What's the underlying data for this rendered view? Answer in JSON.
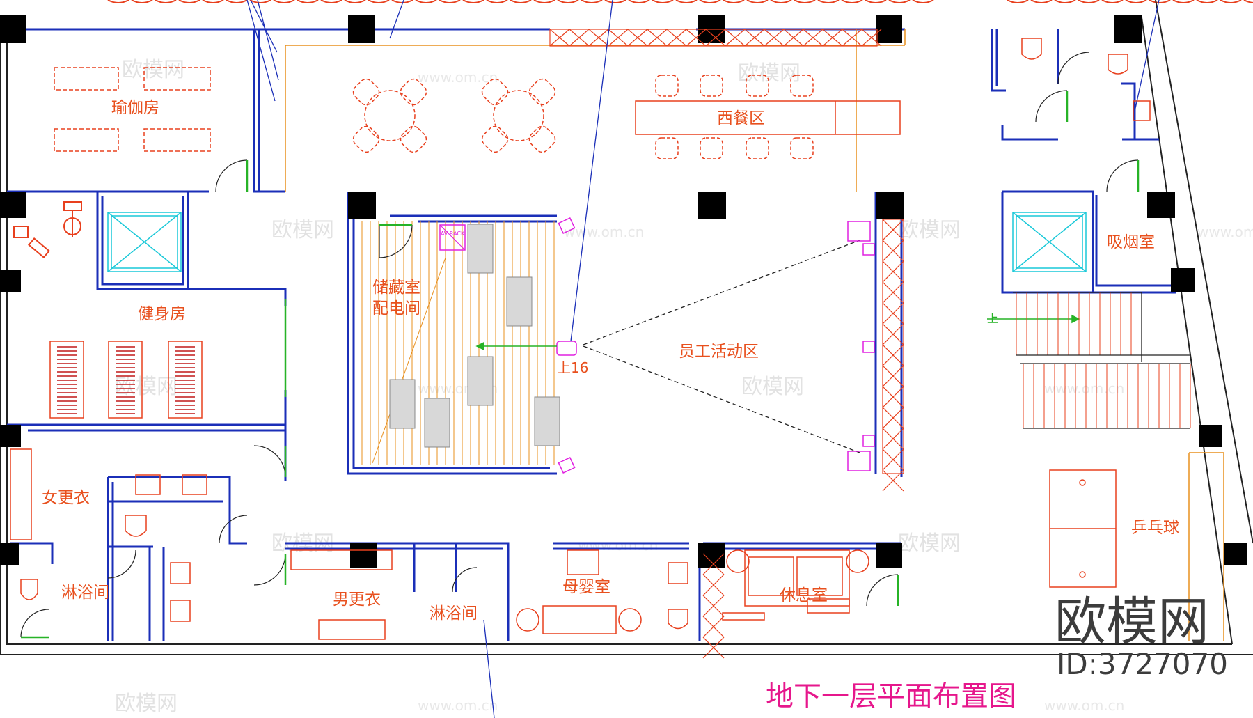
{
  "title": "地下一层平面布置图",
  "brand": {
    "name": "欧模网",
    "id": "ID:3727070"
  },
  "watermarks": [
    "欧模网",
    "www.om.cn"
  ],
  "colors": {
    "wall": "#1b2fb8",
    "column": "#000000",
    "furniture": "#e8401e",
    "label": "#e8501e",
    "title": "#e6178c",
    "elevator": "#18c8d8",
    "door": "#27b327",
    "equipment": "#e020e0"
  },
  "rooms": {
    "yoga": "瑜伽房",
    "western_dining": "西餐区",
    "gym": "健身房",
    "storage": "储藏室",
    "power": "配电间",
    "staff_activity": "员工活动区",
    "smoking": "吸烟室",
    "women_locker": "女更衣",
    "shower_left": "淋浴间",
    "men_locker": "男更衣",
    "shower_mid": "淋浴间",
    "mother_baby": "母婴室",
    "lounge": "休息室",
    "ping_pong": "乒乓球"
  },
  "annotations": {
    "up16": "上16",
    "stair_up": "上",
    "av_rack": "AV RACK"
  }
}
